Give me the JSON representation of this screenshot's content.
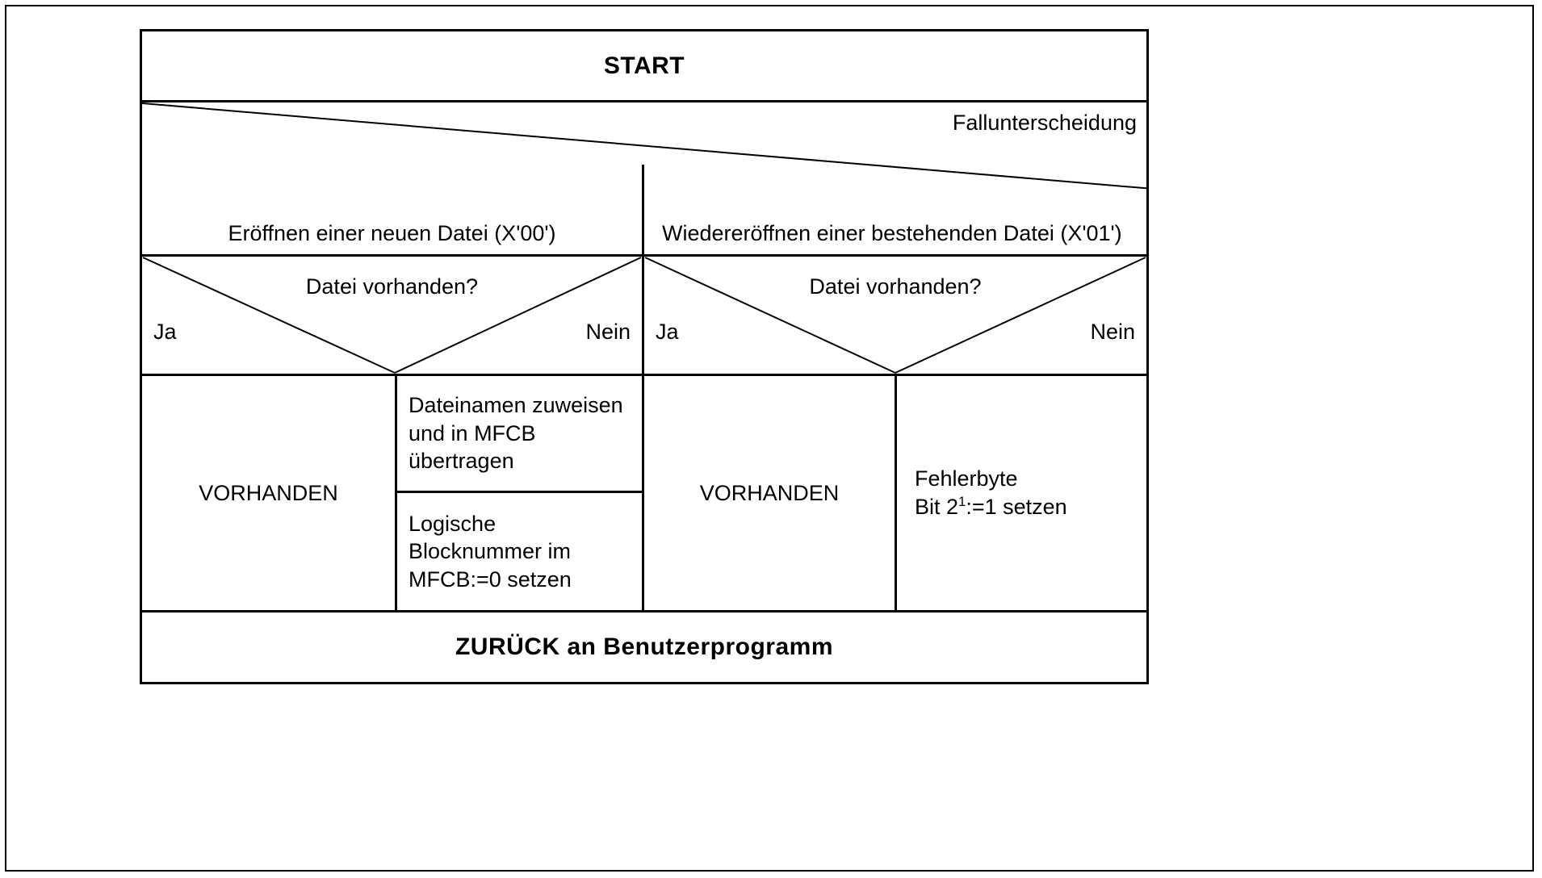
{
  "diagram": {
    "type": "nassi-shneiderman-structogram",
    "language": "de",
    "start_label": "START",
    "return_label": "ZURÜCK an Benutzerprogramm",
    "case_block": {
      "label": "Fallunterscheidung",
      "cases": [
        {
          "text": "Eröffnen einer neuen Datei (X'00')"
        },
        {
          "text": "Wiedereröffnen einer bestehenden Datei (X'01')"
        }
      ]
    },
    "decisions": [
      {
        "question": "Datei vorhanden?",
        "yes_label": "Ja",
        "no_label": "Nein"
      },
      {
        "question": "Datei vorhanden?",
        "yes_label": "Ja",
        "no_label": "Nein"
      }
    ],
    "actions": {
      "case1_yes": "VORHANDEN",
      "case1_no_step1": "Dateinamen zuweisen und in MFCB übertragen",
      "case1_no_step2": "Logische Blocknummer im MFCB:=0 setzen",
      "case2_yes": "VORHANDEN",
      "case2_no_line1": "Fehlerbyte",
      "case2_no_line2_prefix": "Bit 2",
      "case2_no_line2_sup": "1",
      "case2_no_line2_suffix": ":=1 setzen"
    },
    "colors": {
      "line": "#000000",
      "background": "#ffffff",
      "text": "#000000"
    }
  }
}
